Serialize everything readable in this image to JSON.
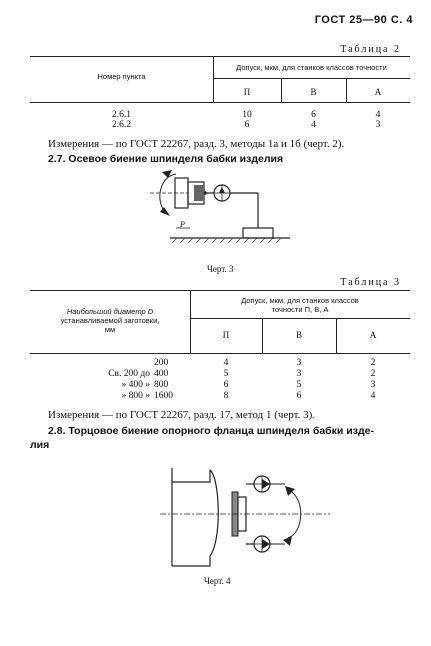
{
  "header": {
    "text": "ГОСТ 25—90 С. 4"
  },
  "table2": {
    "caption": "Таблица 2",
    "col_item": "Номер пункта",
    "col_tolerance": "Допуск, мкм, для станков классов точности",
    "classes": [
      "П",
      "В",
      "А"
    ],
    "rows": [
      {
        "item": "2.6.1",
        "values": [
          "10",
          "6",
          "4"
        ]
      },
      {
        "item": "2.6.2",
        "values": [
          "6",
          "4",
          "3"
        ]
      }
    ]
  },
  "para1": "Измерения — по ГОСТ 22267, разд. 3, методы 1а и 1б (черт. 2).",
  "section27": "2.7. Осевое биение шпинделя бабки изделия",
  "fig3": {
    "caption": "Черт. 3",
    "label_p": "P"
  },
  "table3": {
    "caption": "Таблица 3",
    "col_diam_l1": "Наибольший диаметр D",
    "col_diam_l2": "устанавливаемой заготовки,",
    "col_diam_l3": "мм",
    "col_tolerance_l1": "Допуск, мкм, для станков классов",
    "col_tolerance_l2": "точности П, В, А",
    "classes": [
      "П",
      "В",
      "А"
    ],
    "rows": [
      {
        "d1": "",
        "d2": "200",
        "values": [
          "4",
          "3",
          "2"
        ]
      },
      {
        "d1": "Св. 200  до",
        "d2": "400",
        "values": [
          "5",
          "3",
          "2"
        ]
      },
      {
        "d1": "» 400  »",
        "d2": "800",
        "values": [
          "6",
          "5",
          "3"
        ]
      },
      {
        "d1": "» 800  »",
        "d2": "1600",
        "values": [
          "8",
          "6",
          "4"
        ]
      }
    ]
  },
  "para2": "Измерения — по ГОСТ 22267, разд. 17, метод 1 (черт. 3).",
  "section28_l1": "2.8. Торцовое биение опорного фланца шпинделя бабки изде-",
  "section28_l2": "лия",
  "fig4": {
    "caption": "Черт. 4"
  }
}
